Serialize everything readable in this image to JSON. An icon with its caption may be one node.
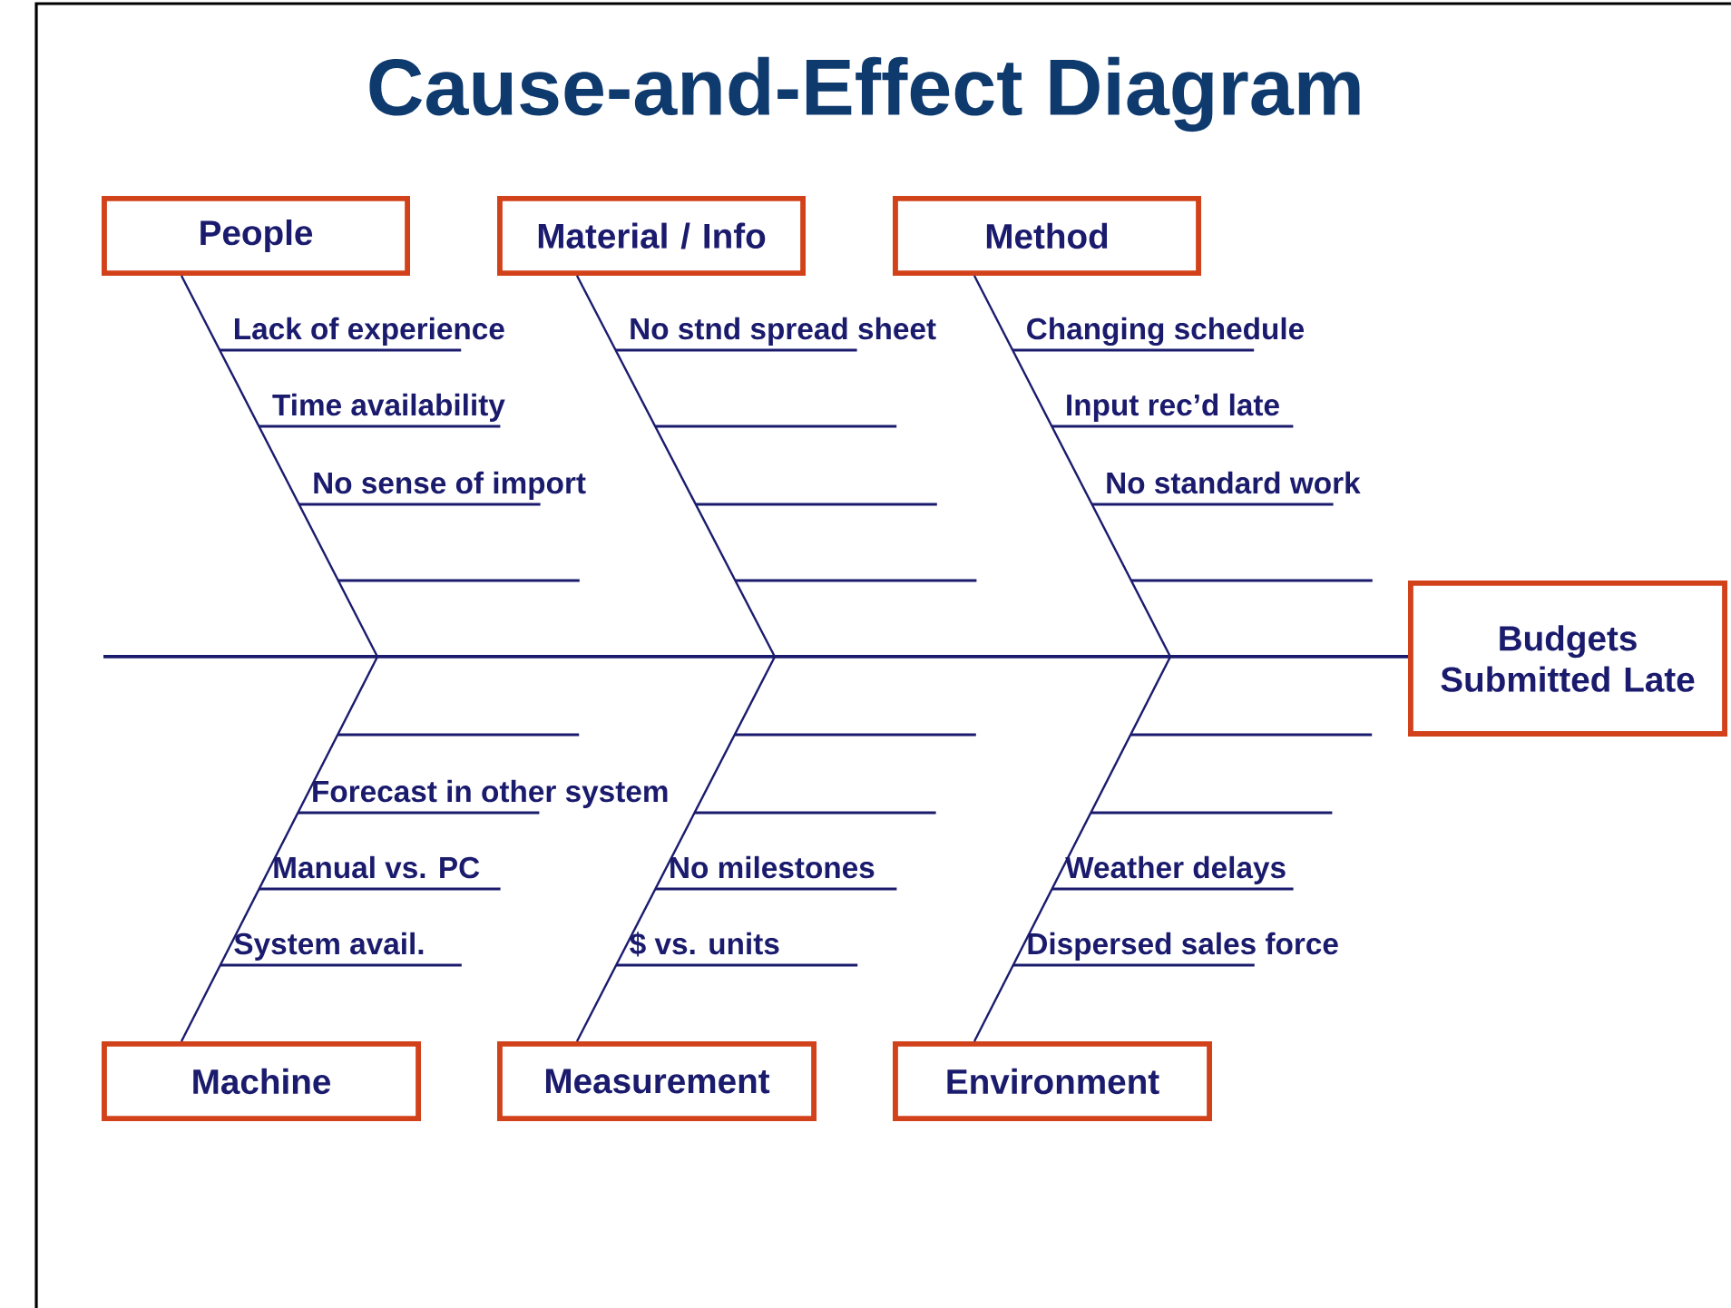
{
  "diagram": {
    "title": "Cause-and-Effect Diagram",
    "nodes": [
      {
        "text": [
          "People"
        ]
      },
      {
        "text": [
          "Material / Info"
        ]
      },
      {
        "text": [
          "Method"
        ]
      },
      {
        "text": [
          "Machine"
        ]
      },
      {
        "text": [
          "Measurement"
        ]
      },
      {
        "text": [
          "Environment"
        ]
      },
      {
        "text": [
          "Budgets Submitted Late"
        ]
      }
    ],
    "edges": [
      {
        "from": 0,
        "to": null,
        "arrow": "none"
      },
      {
        "from": 1,
        "to": null,
        "arrow": "none"
      },
      {
        "from": 2,
        "to": null,
        "arrow": "none"
      },
      {
        "from": 3,
        "to": null,
        "arrow": "none"
      },
      {
        "from": 4,
        "to": null,
        "arrow": "none"
      },
      {
        "from": 5,
        "to": null,
        "arrow": "none"
      },
      {
        "from": null,
        "to": 6,
        "arrow": "none"
      }
    ],
    "labels": [
      "Lack of experience",
      "No stnd spread sheet",
      "Changing schedule",
      "Time availability",
      "Input rec’d late",
      "No sense of import",
      "No standard work",
      "Forecast in other system",
      "Manual vs. PC",
      "No milestones",
      "Weather delays",
      "System avail.",
      "$ vs. units",
      "Dispersed sales force"
    ]
  }
}
